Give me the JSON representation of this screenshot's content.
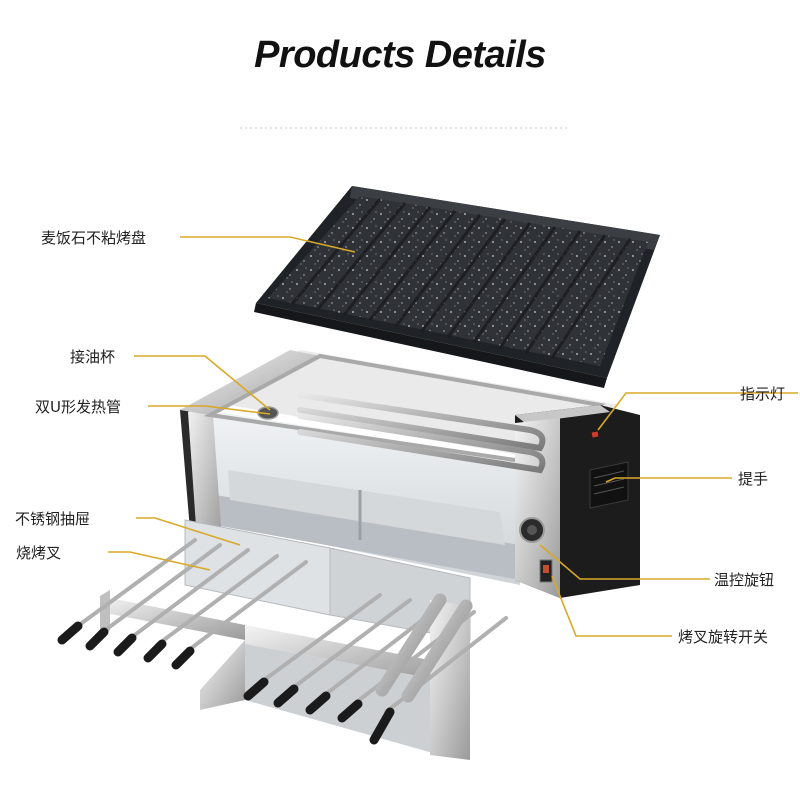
{
  "page": {
    "title": "Products Details",
    "accent_color": "#d9a826"
  },
  "callouts": [
    {
      "id": "grill-plate",
      "text": "麦饭石不粘烤盘"
    },
    {
      "id": "oil-cup",
      "text": "接油杯"
    },
    {
      "id": "heating-tube",
      "text": "双U形发热管"
    },
    {
      "id": "indicator-light",
      "text": "指示灯"
    },
    {
      "id": "handle",
      "text": "提手"
    },
    {
      "id": "drawer",
      "text": "不锈钢抽屉"
    },
    {
      "id": "skewers",
      "text": "烧烤叉"
    },
    {
      "id": "temp-knob",
      "text": "温控旋钮"
    },
    {
      "id": "rotation-switch",
      "text": "烤叉旋转开关"
    }
  ]
}
